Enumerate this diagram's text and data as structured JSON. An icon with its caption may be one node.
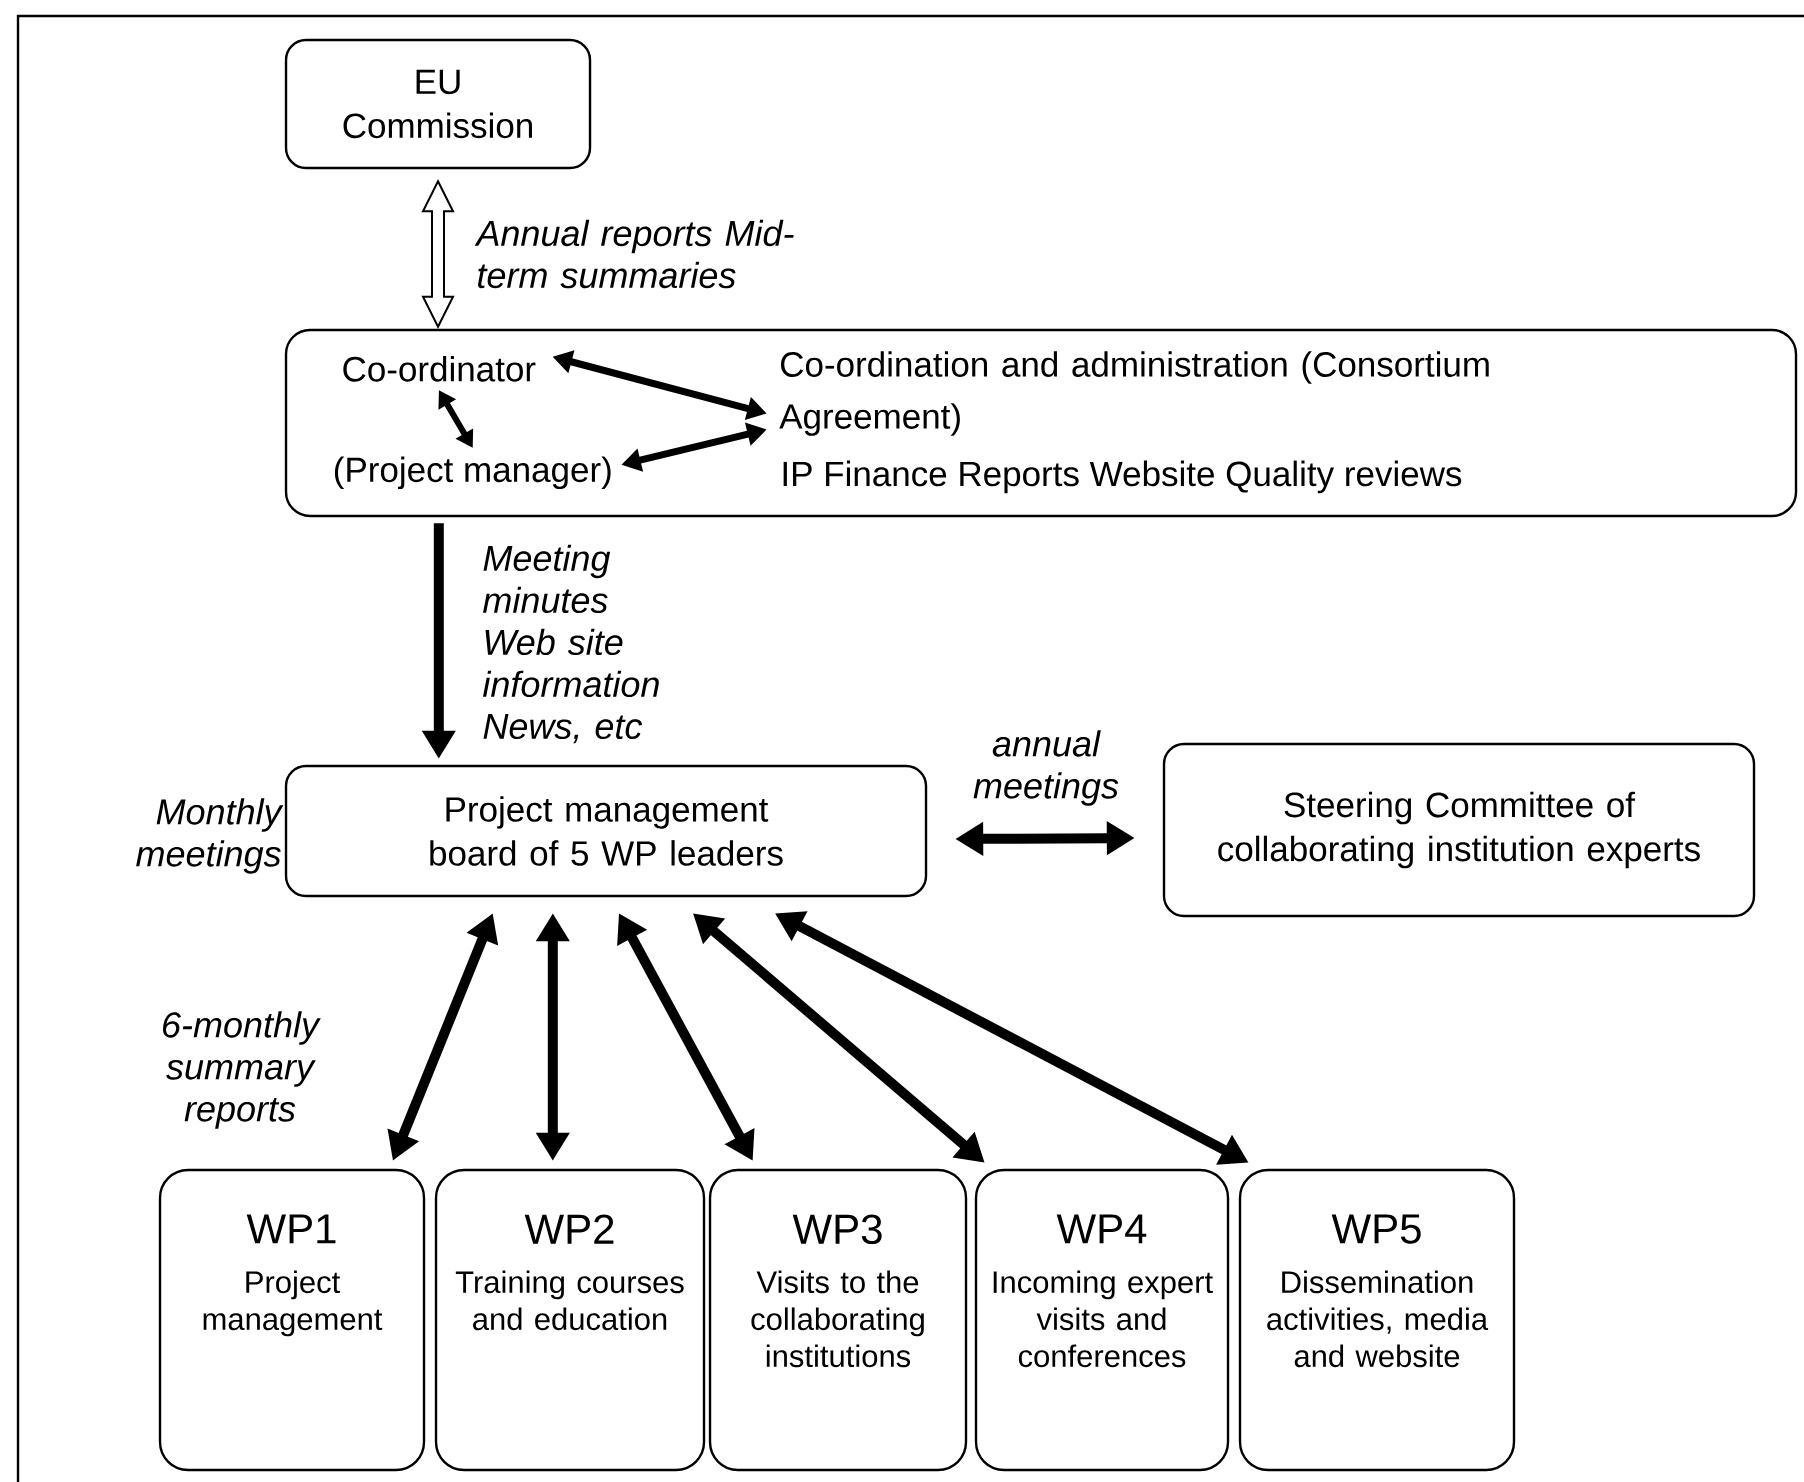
{
  "diagram": {
    "nodes": [
      {
        "text": [
          "EU Commission"
        ]
      },
      {
        "text": [
          "IP Finance Reports Website Quality reviews"
        ]
      },
      {
        "text": [
          "Co-ordinator"
        ],
        "in": 1
      },
      {
        "text": [
          "(Project manager)"
        ],
        "in": 1
      },
      {
        "text": [
          "Co-ordination and administration (Consortium Agreement)"
        ],
        "in": 1
      },
      {
        "text": [
          "Project management board of 5 WP leaders"
        ],
        "beside": [
          "Monthly meetings"
        ]
      },
      {
        "text": [
          "Steering Committee of collaborating institution experts"
        ]
      },
      {
        "text": [
          "WP1",
          "Project management"
        ]
      },
      {
        "text": [
          "WP2",
          "Training courses and education"
        ]
      },
      {
        "text": [
          "WP3",
          "Visits to the collaborating institutions"
        ]
      },
      {
        "text": [
          "WP4",
          "Incoming expert visits and conferences"
        ]
      },
      {
        "text": [
          "WP5",
          "Dissemination activities, media and website"
        ]
      }
    ],
    "edges": [
      {
        "from": 0,
        "to": 1,
        "arrow": "both",
        "label": "Annual reports Mid-term summaries"
      },
      {
        "from": 2,
        "to": 3,
        "arrow": "both"
      },
      {
        "from": 2,
        "to": 4,
        "arrow": "both"
      },
      {
        "from": 3,
        "to": 4,
        "arrow": "both"
      },
      {
        "from": 1,
        "to": 5,
        "arrow": "to",
        "label": "Meeting minutes Web site information News, etc"
      },
      {
        "from": 5,
        "to": 6,
        "arrow": "both",
        "label": "annual meetings"
      },
      {
        "from": 5,
        "to": 7,
        "arrow": "both",
        "label": "6-monthly summary reports"
      },
      {
        "from": 5,
        "to": 8,
        "arrow": "both"
      },
      {
        "from": 5,
        "to": 9,
        "arrow": "both"
      },
      {
        "from": 5,
        "to": 10,
        "arrow": "both"
      },
      {
        "from": 5,
        "to": 11,
        "arrow": "both"
      }
    ]
  }
}
